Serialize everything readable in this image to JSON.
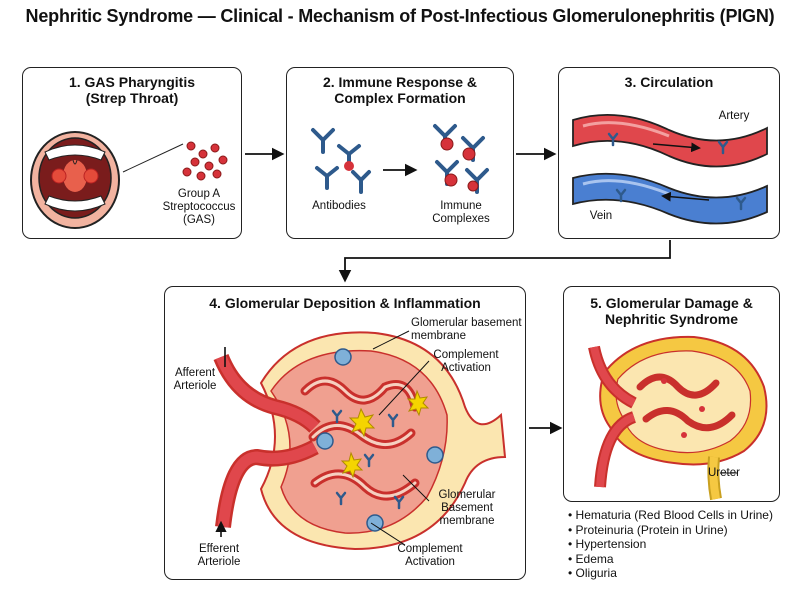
{
  "title": "Nephritic Syndrome — Clinical - Mechanism of Post-Infectious Glomerulonephritis (PIGN)",
  "panels": {
    "p1": {
      "line1": "1. GAS Pharyngitis",
      "line2": "(Strep Throat)",
      "label_gas": [
        "Group A",
        "Streptococcus",
        "(GAS)"
      ]
    },
    "p2": {
      "line1": "2. Immune Response &",
      "line2": "Complex Formation",
      "label_antibodies": "Antibodies",
      "label_complexes": [
        "Immune",
        "Complexes"
      ]
    },
    "p3": {
      "line1": "3. Circulation",
      "label_artery": "Artery",
      "label_vein": "Vein"
    },
    "p4": {
      "line1": "4. Glomerular Deposition & Inflammation",
      "label_gbm_top": [
        "Glomerular basement",
        "membrane"
      ],
      "label_complement_top": [
        "Complement",
        "Activation"
      ],
      "label_afferent": [
        "Afferent",
        "Arteriole"
      ],
      "label_efferent": [
        "Efferent",
        "Arteriole"
      ],
      "label_gbm_bottom": [
        "Glomerular",
        "Basement",
        "membrane"
      ],
      "label_complement_bottom": [
        "Complement",
        "Activation"
      ]
    },
    "p5": {
      "line1": "5. Glomerular Damage &",
      "line2": "Nephritic Syndrome",
      "label_ureter": "Ureter"
    }
  },
  "symptoms": [
    "Hematuria (Red Blood Cells in Urine)",
    "Proteinuria (Protein in Urine)",
    "Hypertension",
    "Edema",
    "Oliguria"
  ],
  "colors": {
    "artery": "#e0474c",
    "vein": "#4a7fd1",
    "tissue": "#fbe6b0",
    "inflamed": "#f0a090",
    "antibody": "#4f7fb5",
    "bacteria": "#d6323a",
    "complement": "#f5d400",
    "urine": "#f5c842"
  }
}
